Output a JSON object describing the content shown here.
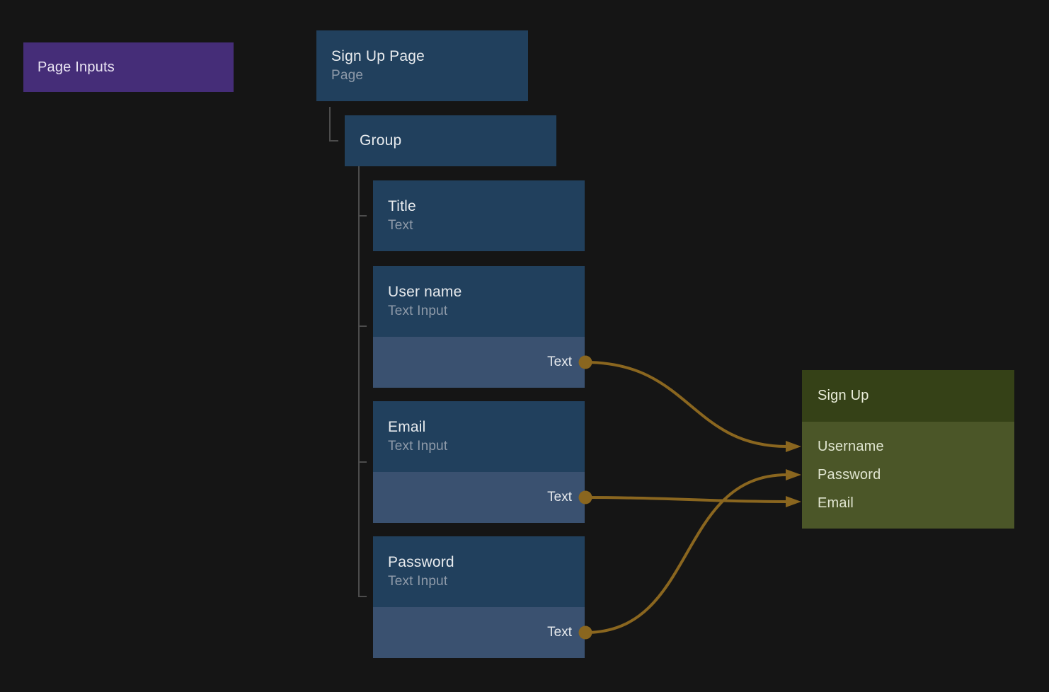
{
  "page_inputs": {
    "label": "Page Inputs"
  },
  "nodes": {
    "root": {
      "title": "Sign Up Page",
      "subtitle": "Page"
    },
    "group": {
      "title": "Group"
    },
    "children": [
      {
        "title": "Title",
        "subtitle": "Text"
      },
      {
        "title": "User name",
        "subtitle": "Text Input",
        "output": "Text"
      },
      {
        "title": "Email",
        "subtitle": "Text Input",
        "output": "Text"
      },
      {
        "title": "Password",
        "subtitle": "Text Input",
        "output": "Text"
      }
    ]
  },
  "signup": {
    "title": "Sign Up",
    "inputs": [
      "Username",
      "Password",
      "Email"
    ]
  },
  "connections": [
    {
      "from": "User name Text output",
      "to": "Username"
    },
    {
      "from": "Email Text output",
      "to": "Email"
    },
    {
      "from": "Password Text output",
      "to": "Password"
    }
  ],
  "colors": {
    "background": "#151515",
    "node_blue": "#21405d",
    "node_blue_light": "#3a5170",
    "purple": "#452d78",
    "green_header": "#354117",
    "green_body": "#4b5628",
    "wire_gold": "#8a661f",
    "tree_line": "#4c4c4c"
  }
}
